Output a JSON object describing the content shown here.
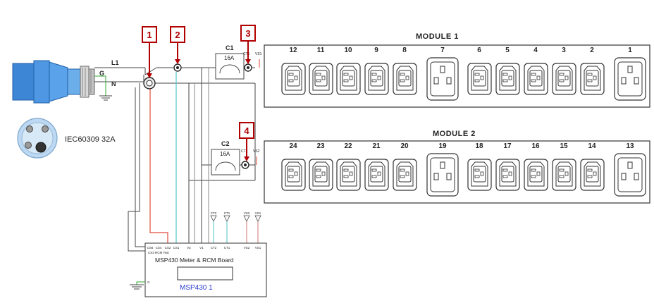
{
  "markers": [
    {
      "id": "1",
      "label": "1"
    },
    {
      "id": "2",
      "label": "2"
    },
    {
      "id": "3",
      "label": "3"
    },
    {
      "id": "4",
      "label": "4"
    }
  ],
  "module1": {
    "title": "MODULE 1",
    "outlets": [
      "12",
      "11",
      "10",
      "9",
      "8",
      "7",
      "6",
      "5",
      "4",
      "3",
      "2",
      "1"
    ],
    "large": [
      "7",
      "1"
    ]
  },
  "module2": {
    "title": "MODULE  2",
    "outlets": [
      "24",
      "23",
      "22",
      "21",
      "20",
      "19",
      "18",
      "17",
      "16",
      "15",
      "14",
      "13"
    ],
    "large": [
      "19",
      "13"
    ]
  },
  "breaker1": {
    "name": "C1",
    "rating": "16A"
  },
  "breaker2": {
    "name": "C2",
    "rating": "16A"
  },
  "ct_module1": {
    "ct": "CT1",
    "vs": "VS1"
  },
  "ct_module2": {
    "ct": "CT2",
    "vs": "VS2"
  },
  "plug": {
    "l1": "L1",
    "g": "G",
    "n": "N",
    "caption": "IEC60309 32A"
  },
  "sense_terminals": [
    "CT2",
    "CT1",
    "VS2",
    "VS1"
  ],
  "board": {
    "title": "MSP430 Meter & RCM Board",
    "display": "MSP430 1",
    "pins_top": [
      "CS5",
      "CS4",
      "CS2",
      "CS1",
      "V2",
      "V1",
      "CT2",
      "CT1",
      "VS2",
      "VS1"
    ],
    "pin_rcm": "CS3 RCM Test",
    "ground": "G"
  },
  "colors": {
    "marker": "#b00000",
    "line": "#444444",
    "cyan": "#4fc6c8",
    "red": "#e04b3a",
    "plug": "#4a90d9",
    "display": "#2f3fd0"
  }
}
